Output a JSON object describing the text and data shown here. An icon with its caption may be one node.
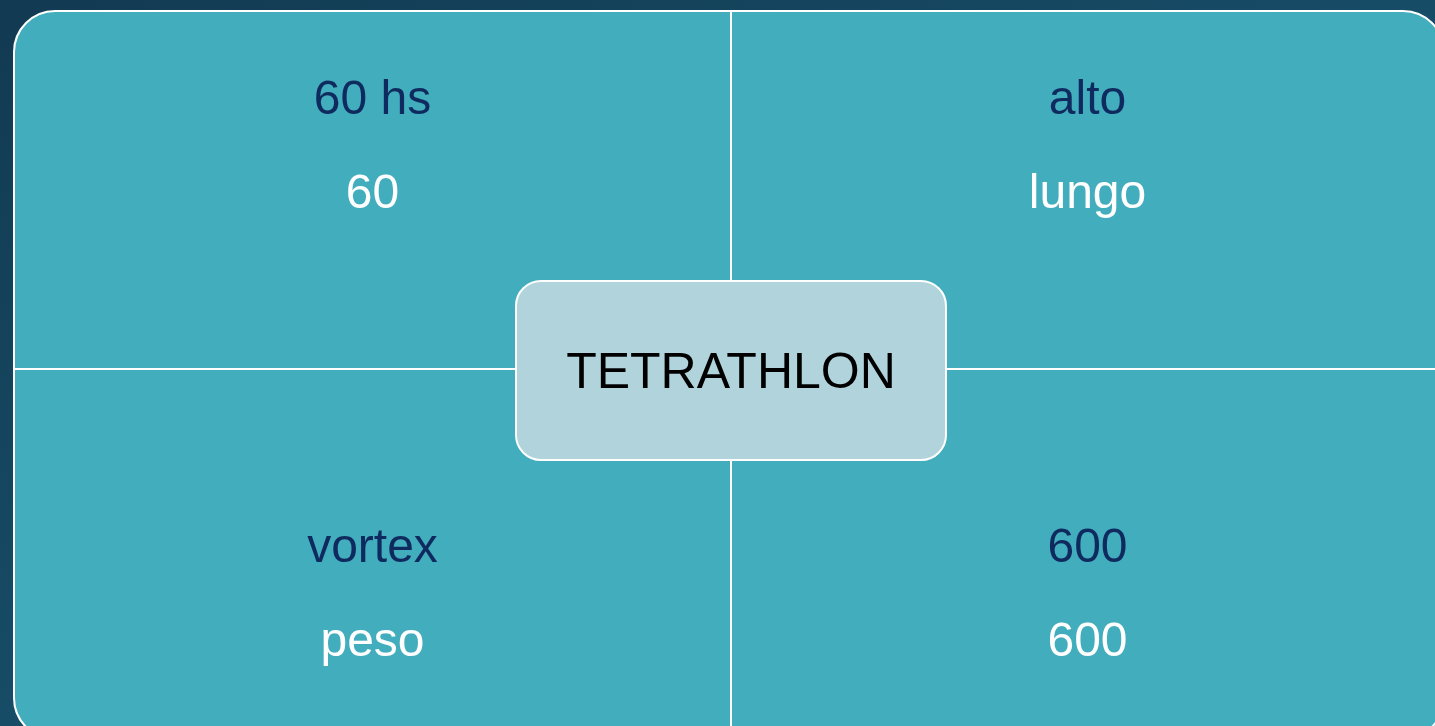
{
  "diagram": {
    "nodes": [
      {
        "text": [
          "60 hs",
          "60"
        ]
      },
      {
        "text": [
          "alto",
          "lungo"
        ]
      },
      {
        "text": [
          "TETRATHLON"
        ]
      },
      {
        "text": [
          "vortex",
          "peso"
        ]
      },
      {
        "text": [
          "600",
          "600"
        ]
      }
    ]
  }
}
